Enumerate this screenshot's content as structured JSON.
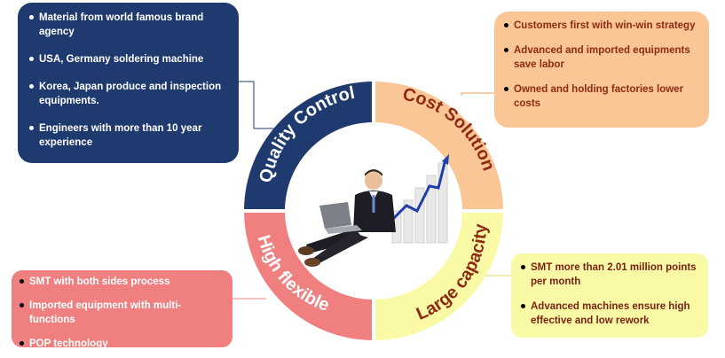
{
  "segments": {
    "quality_control": "Quality Control",
    "cost_solution": "Cost Solution",
    "high_flexible": "High flexible",
    "large_capacity": "Large capacity"
  },
  "colors": {
    "quality_control": "#1f3a6e",
    "cost_solution": "#fbc695",
    "high_flexible": "#f08080",
    "large_capacity": "#fafaa6"
  },
  "boxes": {
    "quality_control": [
      "Material from world famous brand agency",
      "USA, Germany soldering  machine",
      "Korea, Japan produce and inspection equipments.",
      "Engineers with more than 10 year experience"
    ],
    "cost_solution": [
      "Customers first with win-win strategy",
      "Advanced and imported equipments save labor",
      "Owned and holding factories lower costs"
    ],
    "high_flexible": [
      "SMT with both sides process",
      "Imported equipment with multi-functions",
      "POP technology"
    ],
    "large_capacity": [
      "SMT more than 2.01 million points per month",
      "Advanced machines ensure high effective and low rework"
    ]
  },
  "center_image": "businessman-with-laptop-and-growth-chart"
}
